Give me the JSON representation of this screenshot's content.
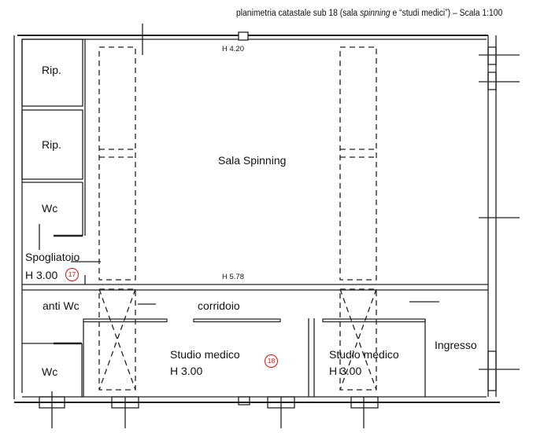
{
  "title_prefix": "planimetria catastale sub 18 (sala ",
  "title_italic": "spinning",
  "title_suffix": " e “studi medici”) – Scala 1:100",
  "heights": {
    "top": "H 4.20",
    "middle": "H 5.78"
  },
  "rooms": {
    "rip1": "Rip.",
    "rip2": "Rip.",
    "wc1": "Wc",
    "spogliatoio": "Spogliatoio",
    "spogliatoio_h": "H 3.00",
    "sala": "Sala Spinning",
    "antiwc": "anti Wc",
    "corridoio": "corridoio",
    "wc2": "Wc",
    "studio1": "Studio medico",
    "studio1_h": "H 3.00",
    "studio2": "Studio medico",
    "studio2_h": "H 3.00",
    "ingresso": "Ingresso"
  },
  "badges": {
    "b17": "17",
    "b18": "18"
  },
  "colors": {
    "line": "#222222",
    "badge": "#d01010"
  }
}
